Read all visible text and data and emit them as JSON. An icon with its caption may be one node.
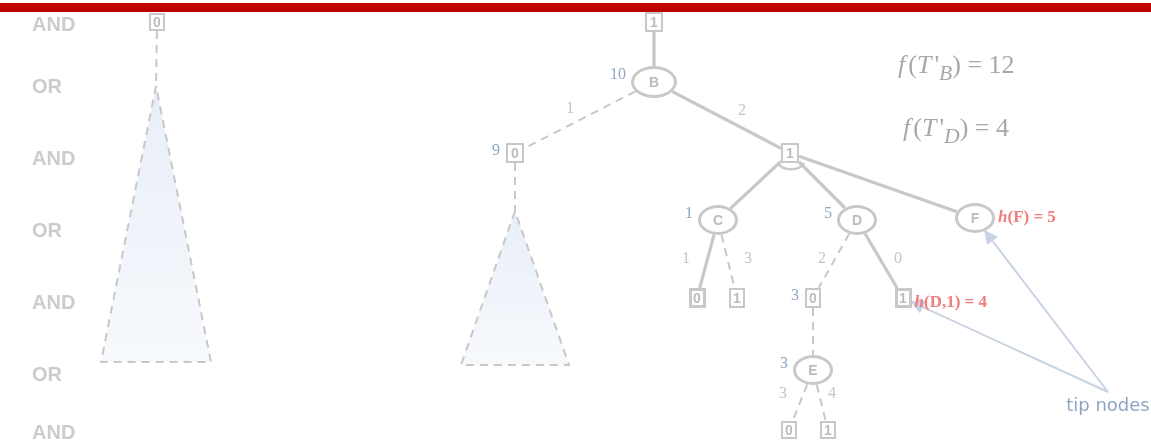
{
  "diagram": {
    "nodes": [
      {
        "text": [
          "0"
        ]
      },
      {
        "text": [],
        "shape": "triangle"
      },
      {
        "text": [
          "1"
        ]
      },
      {
        "text": [
          "B"
        ],
        "beside": [
          "10"
        ]
      },
      {
        "text": [
          "0"
        ],
        "beside": [
          "9"
        ]
      },
      {
        "text": [],
        "shape": "triangle"
      },
      {
        "text": [
          "1"
        ]
      },
      {
        "text": [
          "C"
        ],
        "beside": [
          "1"
        ]
      },
      {
        "text": [
          "D"
        ],
        "beside": [
          "5"
        ]
      },
      {
        "text": [
          "F"
        ],
        "beside": [
          "*h*(F) = 5"
        ]
      },
      {
        "text": [
          "0"
        ]
      },
      {
        "text": [
          "1"
        ]
      },
      {
        "text": [
          "0"
        ],
        "beside": [
          "3"
        ]
      },
      {
        "text": [
          "1"
        ],
        "beside": [
          "*h*(D,1) = 4"
        ]
      },
      {
        "text": [
          "E"
        ],
        "beside": [
          "3"
        ]
      },
      {
        "text": [
          "0"
        ]
      },
      {
        "text": [
          "1"
        ]
      },
      {
        "text": [
          "tip nodes"
        ]
      }
    ],
    "edges": [
      {
        "from": 0,
        "to": 1,
        "arrow": "none",
        "style": "dashed"
      },
      {
        "from": 2,
        "to": 3,
        "arrow": "none"
      },
      {
        "from": 3,
        "to": 4,
        "arrow": "none",
        "style": "dashed",
        "label": "1"
      },
      {
        "from": 3,
        "to": 6,
        "arrow": "none",
        "label": "2"
      },
      {
        "from": 4,
        "to": 5,
        "arrow": "none",
        "style": "dashed"
      },
      {
        "from": 6,
        "to": 7,
        "arrow": "none"
      },
      {
        "from": 6,
        "to": 8,
        "arrow": "none"
      },
      {
        "from": 6,
        "to": 9,
        "arrow": "none"
      },
      {
        "from": 7,
        "to": 10,
        "arrow": "none",
        "label": "1"
      },
      {
        "from": 7,
        "to": 11,
        "arrow": "none",
        "style": "dashed",
        "label": "3"
      },
      {
        "from": 8,
        "to": 12,
        "arrow": "none",
        "style": "dashed",
        "label": "2"
      },
      {
        "from": 8,
        "to": 13,
        "arrow": "none",
        "label": "0"
      },
      {
        "from": 12,
        "to": 14,
        "arrow": "none",
        "style": "dashed"
      },
      {
        "from": 14,
        "to": 15,
        "arrow": "none",
        "style": "dashed",
        "label": "3"
      },
      {
        "from": 14,
        "to": 16,
        "arrow": "none",
        "style": "dashed",
        "label": "4"
      },
      {
        "from": 17,
        "to": 13,
        "arrow": "to",
        "color": "#c8d4e3"
      },
      {
        "from": 17,
        "to": 9,
        "arrow": "to",
        "color": "#c8d4e3"
      }
    ],
    "labels": [
      "AND",
      "OR",
      "AND",
      "OR",
      "AND",
      "OR",
      "AND",
      "*f*(*T*'$_{B}$) = 12",
      "*f*(*T*'$_{D}$) = 4"
    ]
  }
}
